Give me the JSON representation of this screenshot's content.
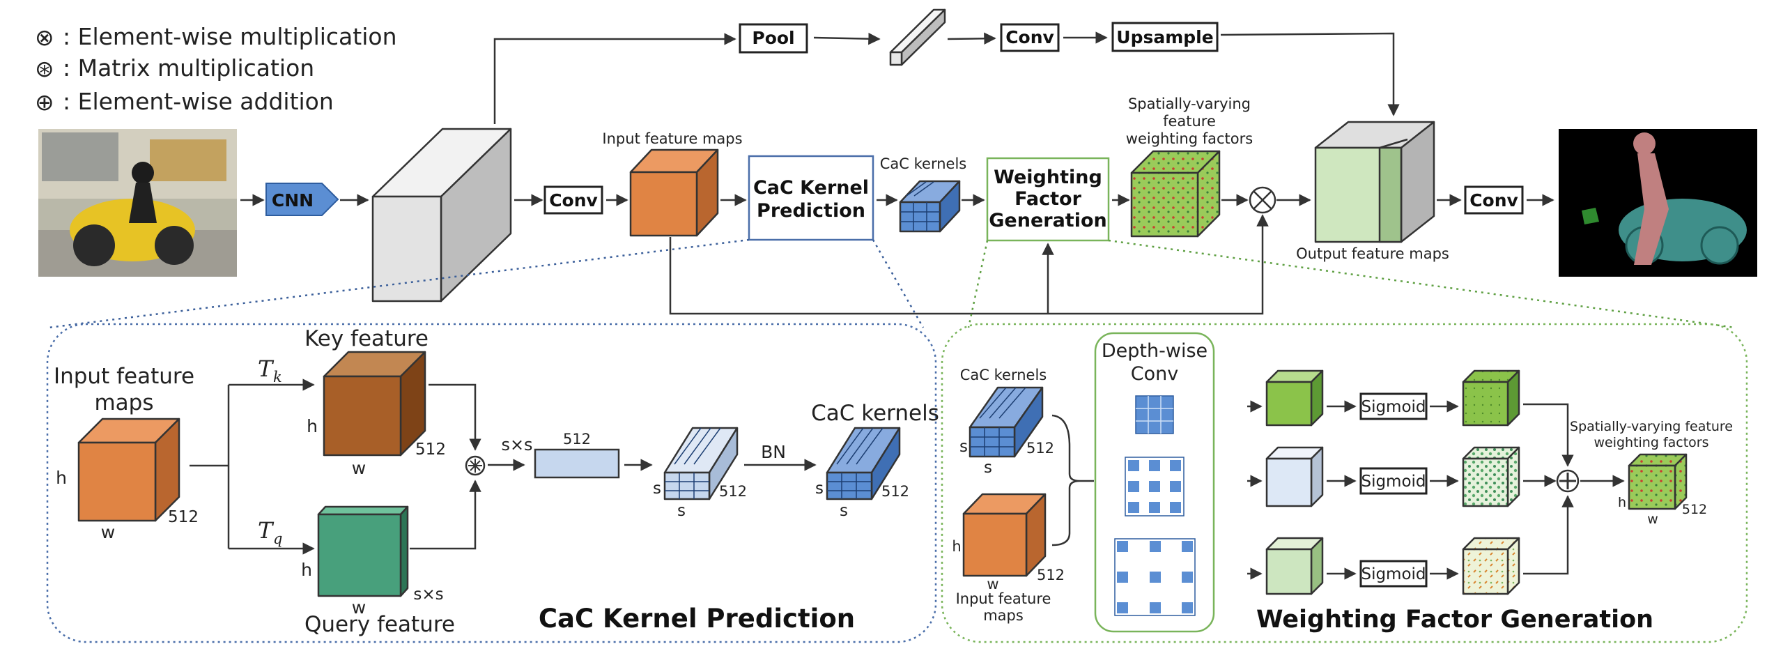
{
  "legend": [
    {
      "symbol": "⊗",
      "text": ": Element-wise multiplication"
    },
    {
      "symbol": "⊛",
      "text": ": Matrix multiplication"
    },
    {
      "symbol": "⊕",
      "text": ": Element-wise addition"
    }
  ],
  "top": {
    "cnn": "CNN",
    "conv1": "Conv",
    "pool": "Pool",
    "conv_mid": "Conv",
    "upsample": "Upsample",
    "input_feature_maps": "Input feature maps",
    "cac_pred_line1": "CaC Kernel",
    "cac_pred_line2": "Prediction",
    "cac_kernels": "CaC kernels",
    "wfg_line1": "Weighting",
    "wfg_line2": "Factor",
    "wfg_line3": "Generation",
    "svw_line1": "Spatially-varying",
    "svw_line2": "feature",
    "svw_line3": "weighting factors",
    "output_feature_maps": "Output feature maps",
    "conv_out": "Conv"
  },
  "left_panel": {
    "title": "CaC Kernel Prediction",
    "input_line1": "Input feature",
    "input_line2": "maps",
    "h": "h",
    "w": "w",
    "c512": "512",
    "tk": "T",
    "tk_sub": "k",
    "tq": "T",
    "tq_sub": "q",
    "key_feature": "Key feature",
    "query_feature": "Query feature",
    "sxs": "s×s",
    "s": "s",
    "bn": "BN",
    "cac_kernels": "CaC kernels"
  },
  "right_panel": {
    "title": "Weighting Factor Generation",
    "cac_kernels": "CaC kernels",
    "input_line1": "Input feature",
    "input_line2": "maps",
    "dw_line1": "Depth-wise",
    "dw_line2": "Conv",
    "sigmoid": "Sigmoid",
    "svw_line1": "Spatially-varying feature",
    "svw_line2": "weighting factors",
    "h": "h",
    "w": "w",
    "c512": "512",
    "s": "s"
  },
  "colors": {
    "orange": "#e08444",
    "brown": "#a85f28",
    "green": "#48a07c",
    "blue": "#5b8ed3",
    "light_blue": "#c6d7ee",
    "lime": "#8bc34a",
    "pale_green": "#cde6c0",
    "left_border": "#4a6ea9",
    "right_border": "#79b45a"
  }
}
